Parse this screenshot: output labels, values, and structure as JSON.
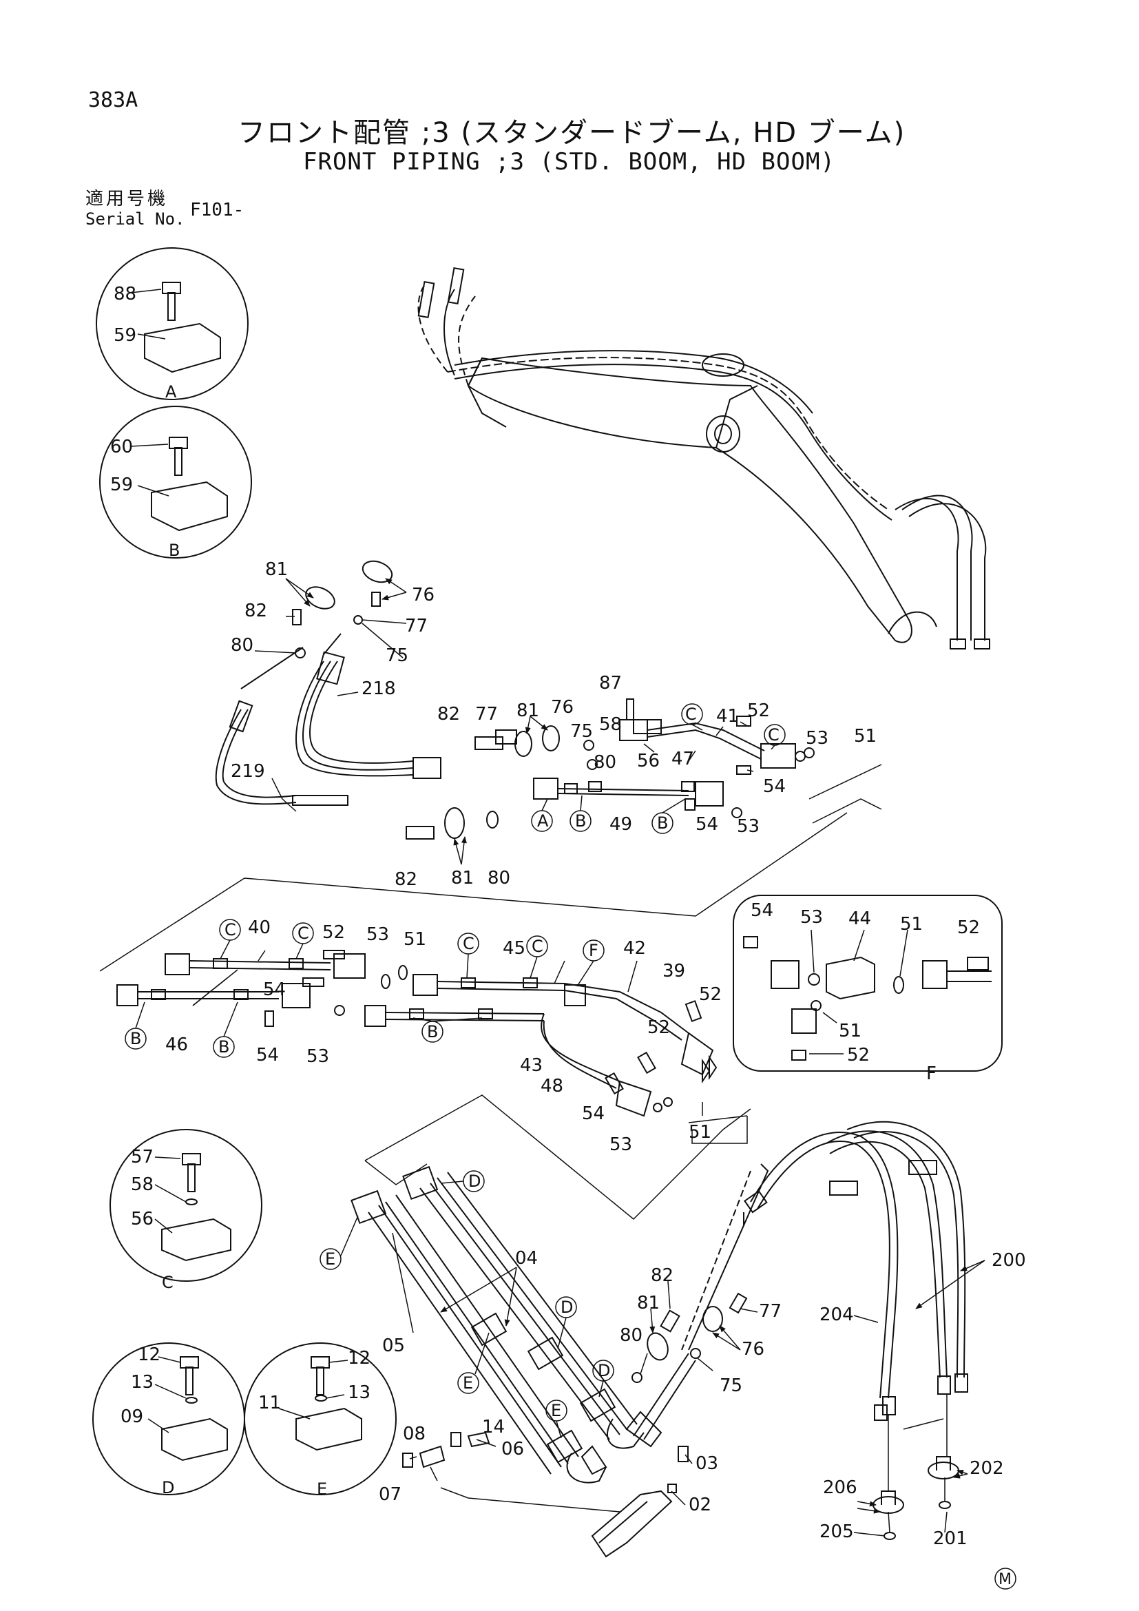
{
  "header": {
    "page_number": "383A",
    "title_jp": "フロント配管 ;3 (スタンダードブーム, HD ブーム)",
    "title_en": "FRONT PIPING ;3 (STD. BOOM, HD BOOM)",
    "serial_label_jp": "適用号機",
    "serial_label_en": "Serial No.",
    "serial_value": "F101-"
  },
  "detail_views": {
    "A": {
      "bolt": "88",
      "clamp": "59",
      "label": "A"
    },
    "B": {
      "bolt": "60",
      "clamp": "59",
      "label": "B"
    },
    "C": {
      "bolt": "57",
      "washer": "58",
      "clamp": "56",
      "label": "C"
    },
    "D": {
      "bolt": "12",
      "washer": "13",
      "clamp": "09",
      "label": "D"
    },
    "E": {
      "bolt": "12",
      "washer": "13",
      "clamp": "11",
      "label": "E"
    },
    "F": {
      "bolt_left": "54",
      "oring_left": "53",
      "block": "44",
      "oring_right": "51",
      "bolt_right": "52",
      "oring_lower": "51",
      "bolt_lower": "52",
      "label": "F"
    }
  },
  "hose_group": {
    "flange_top": "81",
    "bolt_top": "82",
    "oring_top": "80",
    "flange_top2": "76",
    "bolt_top2": "77",
    "oring_top2": "75",
    "hose_upper": "218",
    "hose_lower": "219",
    "bolt_mid": "82",
    "bolt_mid2": "77",
    "flange_mid": "81",
    "flange_mid2": "76",
    "oring_mid": "75",
    "oring_mid2": "80",
    "bolt_low": "82",
    "flange_low": "81",
    "oring_low": "80"
  },
  "pipe_group_1": {
    "bolt_87": "87",
    "washer_58": "58",
    "clamp_c1": "C",
    "pipe_41": "41",
    "bolt_52": "52",
    "clamp_c2": "C",
    "oring_53": "53",
    "oring_51": "51",
    "clamp_56": "56",
    "pipe_47": "47",
    "bolt_54": "54",
    "clamp_a": "A",
    "clamp_b1": "B",
    "pipe_49": "49",
    "clamp_b2": "B",
    "bolt_54b": "54",
    "oring_53b": "53"
  },
  "pipe_group_2": {
    "clamp_c1": "C",
    "pipe_40": "40",
    "clamp_c2": "C",
    "bolt_52": "52",
    "oring_53": "53",
    "oring_51": "51",
    "bolt_54": "54",
    "clamp_b1": "B",
    "pipe_46": "46",
    "clamp_b2": "B",
    "bolt_54b": "54",
    "oring_53b": "53",
    "clamp_c3": "C",
    "pipe_45": "45",
    "clamp_c4": "C",
    "clamp_f": "F",
    "pipe_42": "42",
    "pipe_39": "39",
    "bolt_52b": "52",
    "bolt_52c": "52",
    "clamp_b3": "B",
    "pipe_43": "43",
    "pipe_48": "48",
    "bolt_54c": "54",
    "oring_53c": "53",
    "oring_51b": "51"
  },
  "arm_group": {
    "clamp_d1": "D",
    "clamp_e1": "E",
    "pipe_04": "04",
    "pipe_05": "05",
    "clamp_d2": "D",
    "clamp_e2": "E",
    "clamp_e3": "E",
    "clamp_d3": "D",
    "bolt_08": "08",
    "bolt_14": "14",
    "bracket_06": "06",
    "bracket_07": "07",
    "bolt_82": "82",
    "flange_81": "81",
    "oring_80": "80",
    "bolt_77": "77",
    "flange_76": "76",
    "oring_75": "75",
    "bolt_03": "03",
    "guard_02": "02"
  },
  "bucket_group": {
    "hoses_200": "200",
    "hose_204": "204",
    "fitting_206": "206",
    "oring_205": "205",
    "fitting_202": "202",
    "oring_201": "201"
  },
  "footer": {
    "mark": "M"
  }
}
